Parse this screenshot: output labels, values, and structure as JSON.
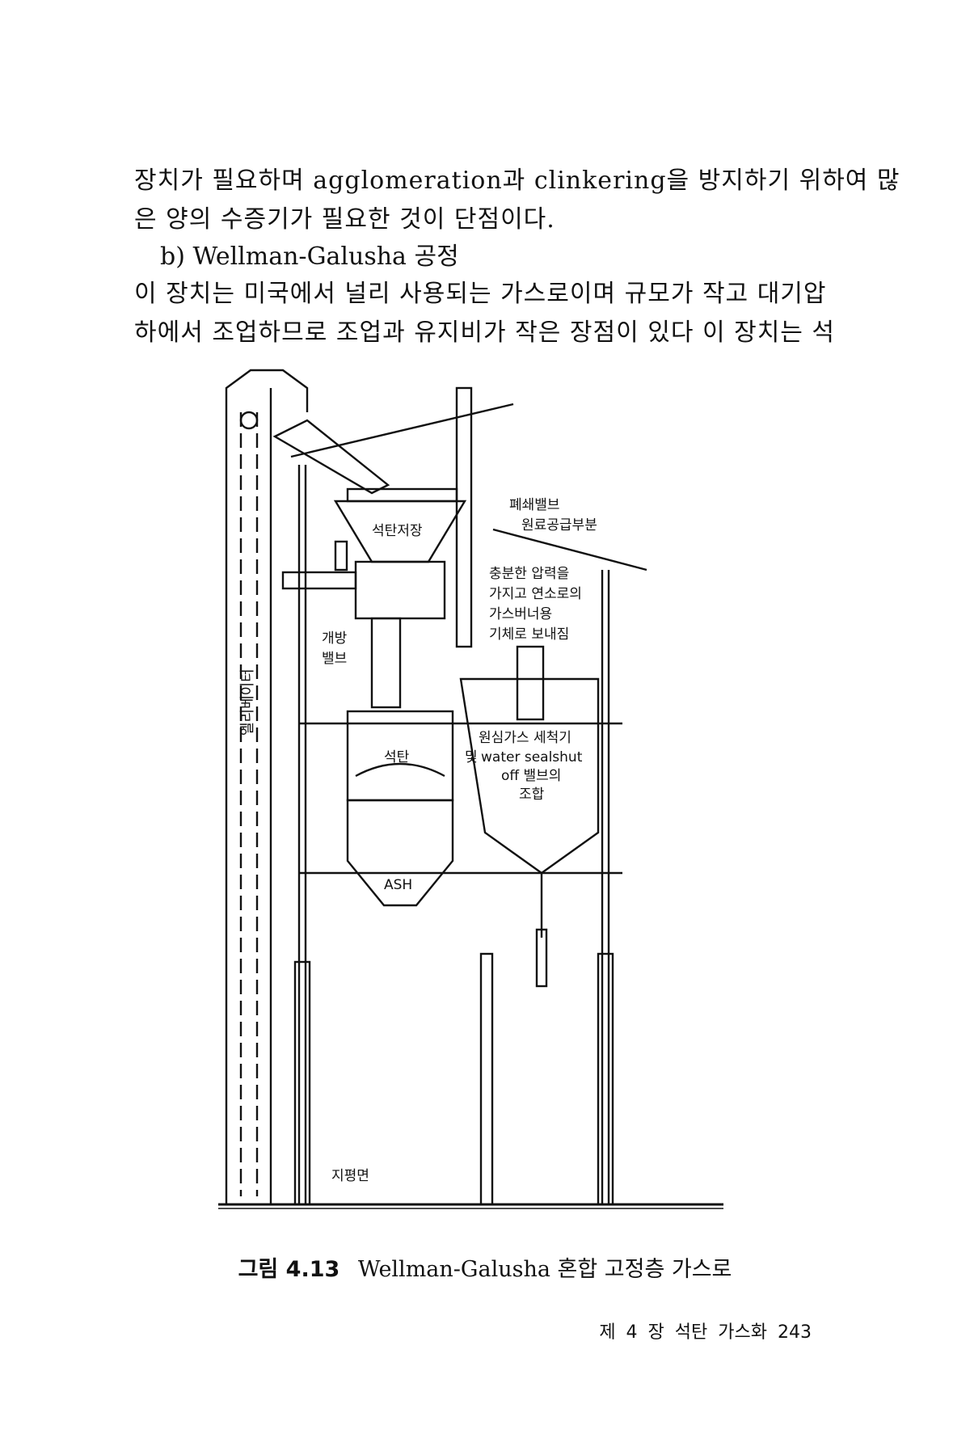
{
  "body_text": {
    "para1_lines": [
      "장치가 필요하며 agglomeration과 clinkering을 방지하기 위하여 많",
      "은 양의 수증기가 필요한 것이 단점이다."
    ],
    "heading_b": "b) Wellman-Galusha 공정",
    "para2_lines": [
      "이 장치는 미국에서 널리 사용되는 가스로이며 규모가 작고 대기압",
      "하에서 조업하므로 조업과 유지비가 작은 장점이 있다 이 장치는 석"
    ]
  },
  "figure": {
    "labels": {
      "coal_storage": "석탄저장",
      "closing_valve": "폐쇄밸브",
      "feed_section": "원료공급부분",
      "note_line1": "충분한 압력을",
      "note_line2": "가지고 연소로의",
      "note_line3": "가스버너용",
      "note_line4": "기체로 보내짐",
      "open_valve_line1": "개방",
      "open_valve_line2": "밸브",
      "elevator": "엘리베이터",
      "scrubber_line1": "원심가스 세척기",
      "scrubber_line2": "water sealshut",
      "scrubber_line3": "off 밸브의",
      "scrubber_line4": "조합",
      "scrubber_prefix": "및",
      "coal": "석탄",
      "ash": "ASH",
      "ground": "지평면"
    }
  },
  "caption": {
    "fig_number": "그림 4.13",
    "title": "Wellman-Galusha 혼합 고정층 가스로"
  },
  "footer": {
    "chapter": "제 4 장",
    "section": "석탄 가스화",
    "page": "243"
  }
}
